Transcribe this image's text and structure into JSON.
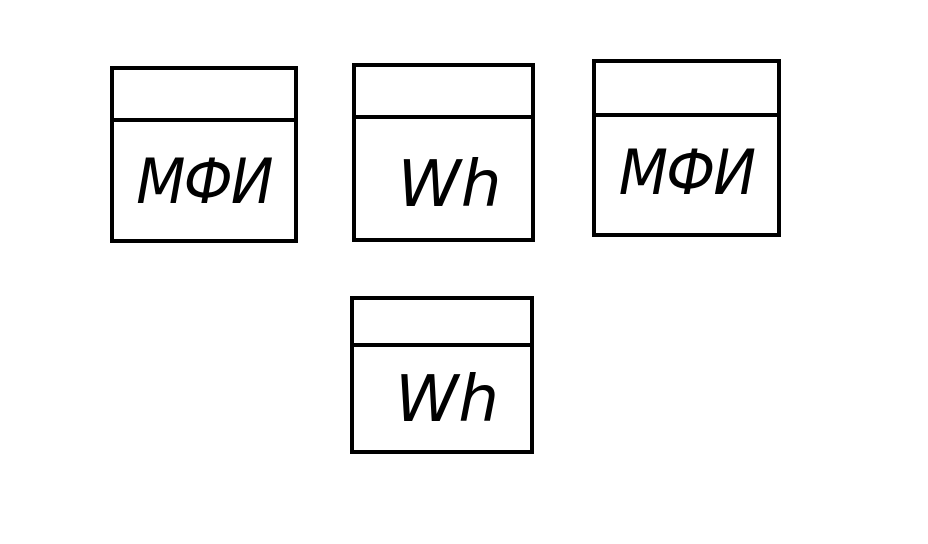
{
  "diagram": {
    "symbols": [
      {
        "label": "МФИ"
      },
      {
        "label": "Wh"
      },
      {
        "label": "МФИ"
      },
      {
        "label": "Wh"
      }
    ]
  }
}
